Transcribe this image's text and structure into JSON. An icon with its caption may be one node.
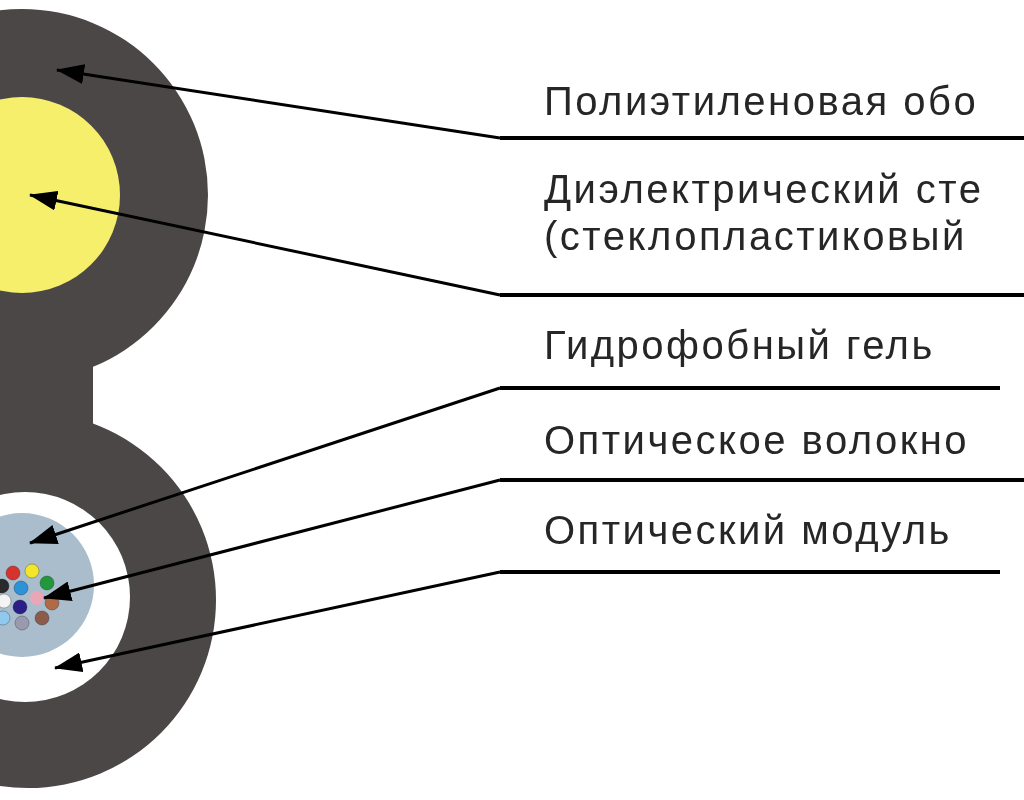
{
  "diagram": {
    "nodes": [
      {
        "text": [],
        "shape": "circle"
      },
      {
        "text": [],
        "shape": "circle",
        "in": 0
      },
      {
        "text": [],
        "shape": "circle",
        "in": 0
      },
      {
        "text": [],
        "shape": "circle",
        "in": 2
      },
      {
        "text": [],
        "shape": "circle",
        "in": 3
      },
      {
        "text": [
          "Полиэтиленовая обо"
        ]
      },
      {
        "text": [
          "Диэлектрический сте (стеклопластиковый"
        ]
      },
      {
        "text": [
          "Гидрофобный гель"
        ]
      },
      {
        "text": [
          "Оптическое волокно"
        ]
      },
      {
        "text": [
          "Оптический модуль"
        ]
      }
    ],
    "edges": [
      {
        "from": 5,
        "to": 0,
        "arrow": "to"
      },
      {
        "from": 6,
        "to": 1,
        "arrow": "to"
      },
      {
        "from": 7,
        "to": 3,
        "arrow": "to"
      },
      {
        "from": 8,
        "to": 4,
        "arrow": "to"
      },
      {
        "from": 9,
        "to": 2,
        "arrow": "to"
      }
    ]
  }
}
